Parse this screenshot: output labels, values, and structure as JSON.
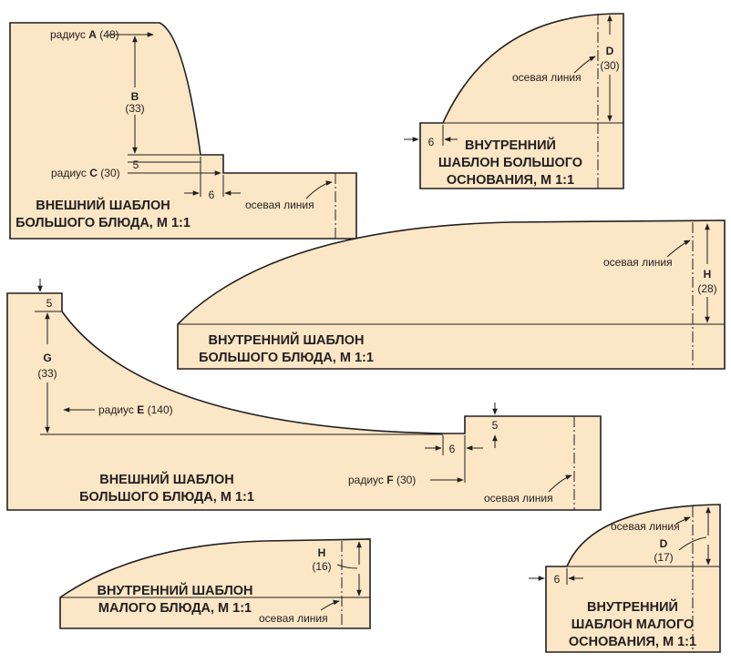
{
  "labels": {
    "radius_word": "радиус",
    "axis_line": "осевая линия"
  },
  "dims": {
    "A": {
      "letter": "A",
      "value": "(48)"
    },
    "B": {
      "letter": "B",
      "value": "(33)"
    },
    "C": {
      "letter": "C",
      "value": "(30)"
    },
    "D_large": {
      "letter": "D",
      "value": "(30)"
    },
    "D_small": {
      "letter": "D",
      "value": "(17)"
    },
    "E": {
      "letter": "E",
      "value": "(140)"
    },
    "F": {
      "letter": "F",
      "value": "(30)"
    },
    "G": {
      "letter": "G",
      "value": "(33)"
    },
    "H_large": {
      "letter": "H",
      "value": "(28)"
    },
    "H_small": {
      "letter": "H",
      "value": "(16)"
    },
    "five": "5",
    "six": "6"
  },
  "templates": {
    "outer_large_top": {
      "line1": "ВНЕШНИЙ ШАБЛОН",
      "line2": "БОЛЬШОГО БЛЮДА, М 1:1"
    },
    "inner_base_large": {
      "line1": "ВНУТРЕННИЙ",
      "line2": "ШАБЛОН БОЛЬШОГО",
      "line3": "ОСНОВАНИЯ, М 1:1"
    },
    "inner_large": {
      "line1": "ВНУТРЕННИЙ ШАБЛОН",
      "line2": "БОЛЬШОГО БЛЮДА, М 1:1"
    },
    "outer_large_bottom": {
      "line1": "ВНЕШНИЙ ШАБЛОН",
      "line2": "БОЛЬШОГО БЛЮДА, М 1:1"
    },
    "inner_small": {
      "line1": "ВНУТРЕННИЙ ШАБЛОН",
      "line2": "МАЛОГО БЛЮДА, М 1:1"
    },
    "inner_base_small": {
      "line1": "ВНУТРЕННИЙ",
      "line2": "ШАБЛОН МАЛОГО",
      "line3": "ОСНОВАНИЯ, М 1:1"
    }
  }
}
